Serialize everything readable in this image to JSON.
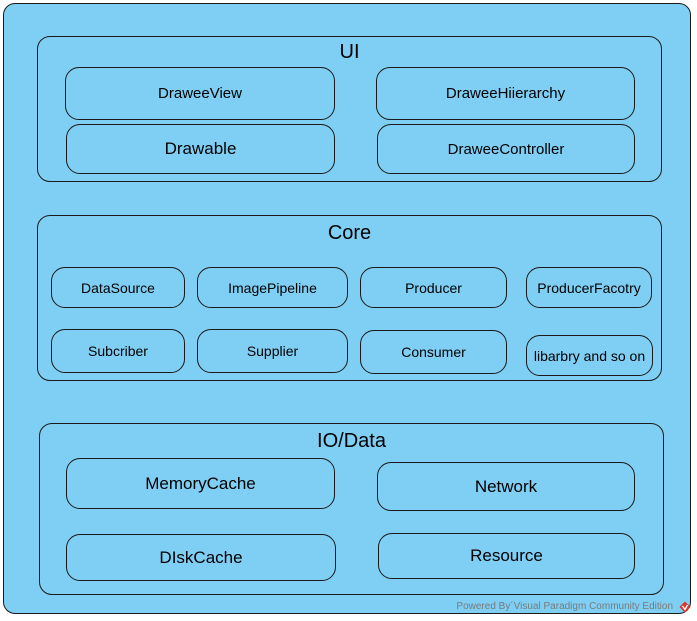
{
  "ui": {
    "title": "UI",
    "items": [
      "DraweeView",
      "DraweeHiierarchy",
      "Drawable",
      "DraweeController"
    ]
  },
  "core": {
    "title": "Core",
    "items": [
      "DataSource",
      "ImagePipeline",
      "Producer",
      "ProducerFacotry",
      "Subcriber",
      "Supplier",
      "Consumer",
      "libarbry and so on"
    ]
  },
  "io": {
    "title": "IO/Data",
    "items": [
      "MemoryCache",
      "Network",
      "DIskCache",
      "Resource"
    ]
  },
  "footer": "Powered By´Visual Paradigm Community Edition",
  "colors": {
    "background": "#7fcff5",
    "border": "#1a1a1a",
    "icon": "#d9342b"
  },
  "icons": {
    "footer_logo": "visual-paradigm-logo-icon"
  }
}
